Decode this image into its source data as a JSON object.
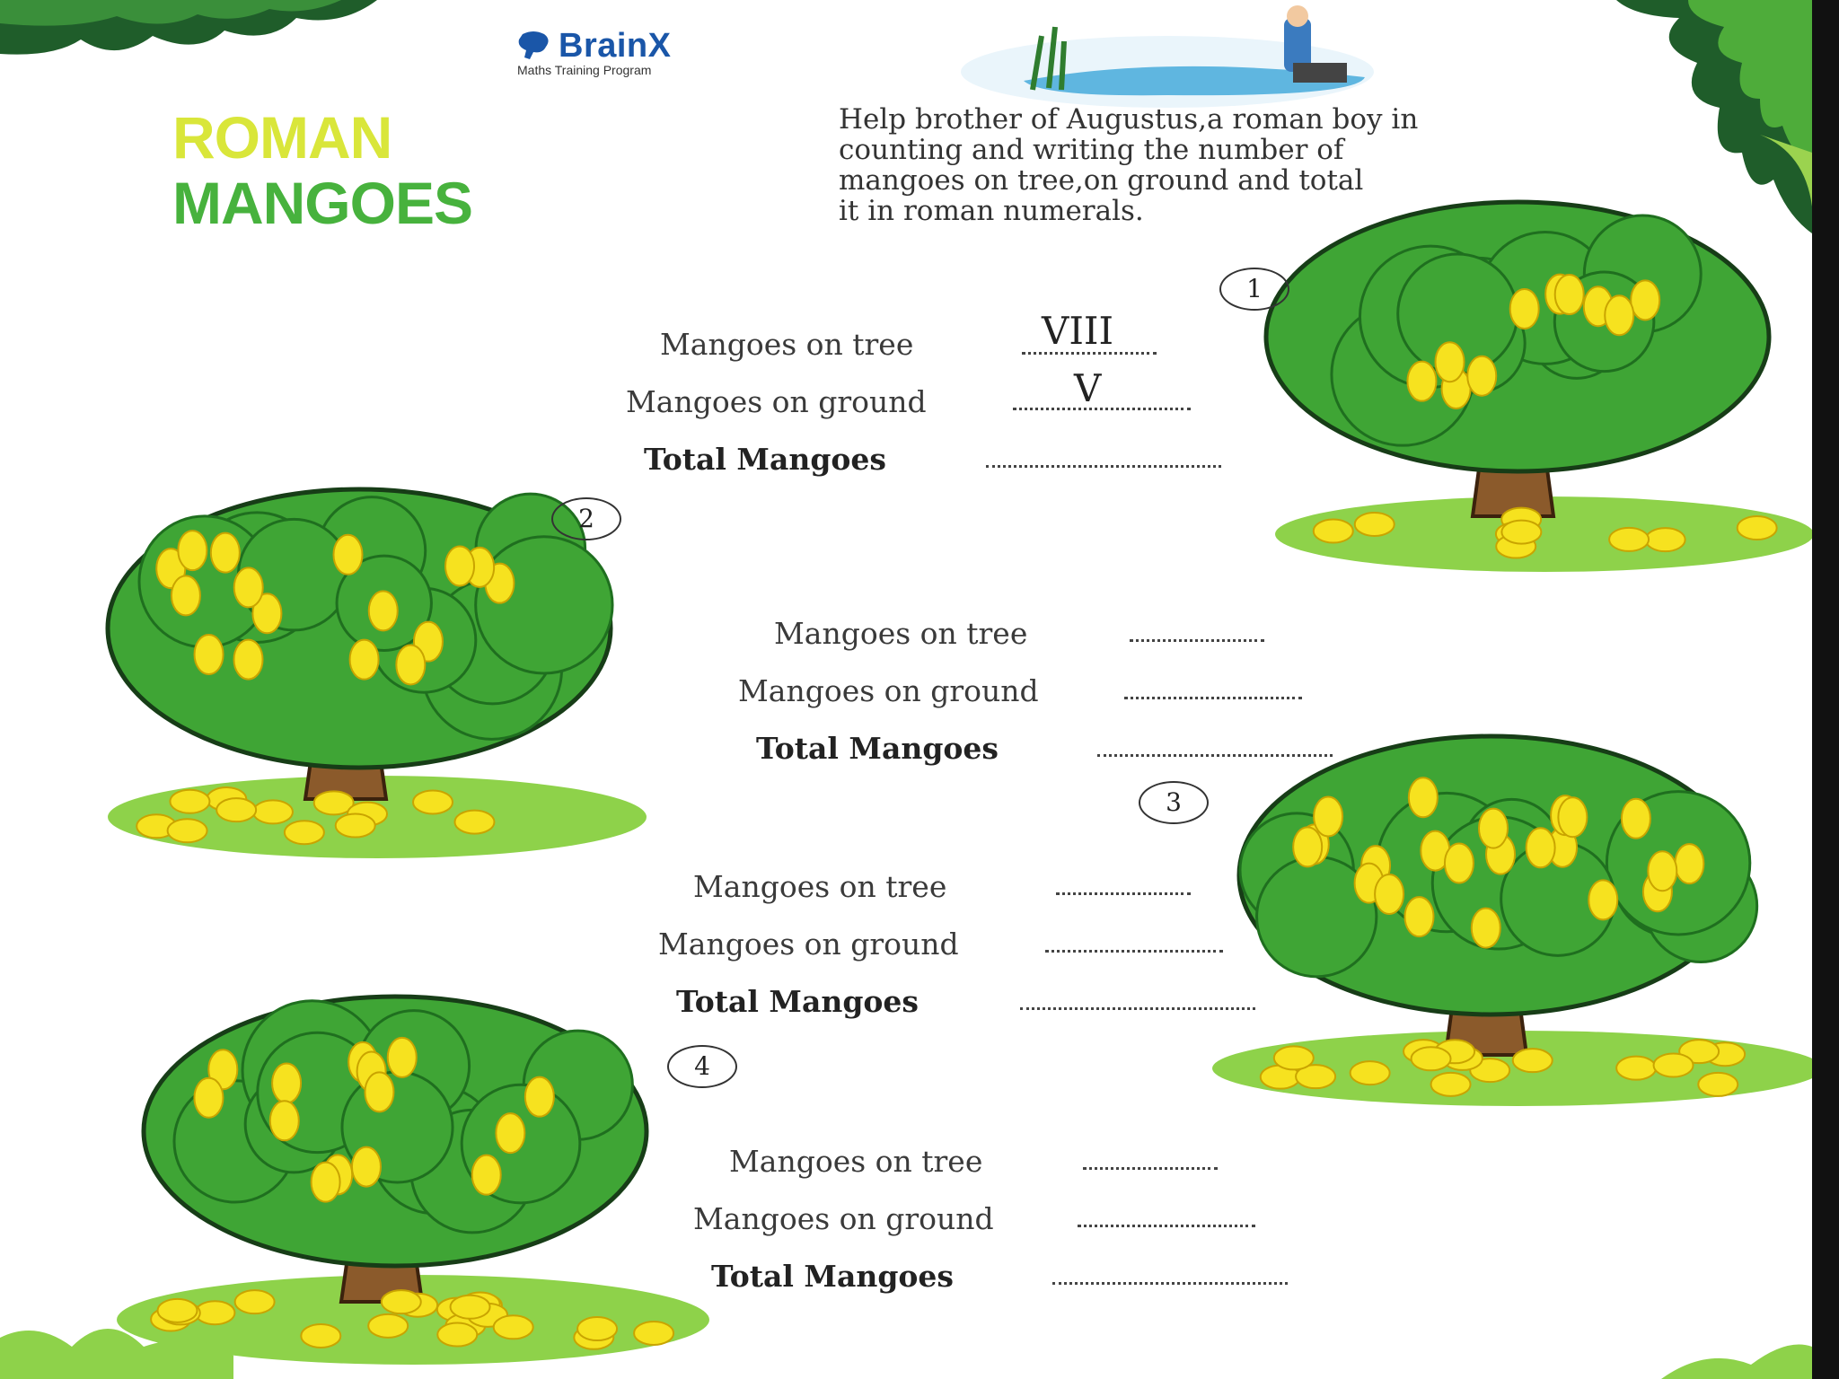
{
  "logo": {
    "brand": "BrainX",
    "tagline": "Maths Training Program"
  },
  "title": {
    "line1": "ROMAN",
    "line2": "MANGOES"
  },
  "instructions": [
    "Help brother of Augustus,a roman boy in",
    "counting and writing the number of",
    "mangoes on tree,on ground and total",
    "it in roman numerals."
  ],
  "questions": [
    {
      "number": "1",
      "tree_label": "Mangoes on tree",
      "ground_label": "Mangoes on ground",
      "total_label": "Total Mangoes",
      "tree_answer": "VIII",
      "ground_answer": "V",
      "total_answer": ""
    },
    {
      "number": "2",
      "tree_label": "Mangoes on tree",
      "ground_label": "Mangoes on ground",
      "total_label": "Total Mangoes",
      "tree_answer": "",
      "ground_answer": "",
      "total_answer": ""
    },
    {
      "number": "3",
      "tree_label": "Mangoes on tree",
      "ground_label": "Mangoes on ground",
      "total_label": "Total Mangoes",
      "tree_answer": "",
      "ground_answer": "",
      "total_answer": ""
    },
    {
      "number": "4",
      "tree_label": "Mangoes on tree",
      "ground_label": "Mangoes on ground",
      "total_label": "Total Mangoes",
      "tree_answer": "",
      "ground_answer": "",
      "total_answer": ""
    }
  ],
  "colors": {
    "leaf": "#3fa535",
    "leaf_dark": "#1f6f1f",
    "trunk": "#8b5a2b",
    "mango": "#f6e21f",
    "ground": "#8ed24a",
    "title_yellow": "#d9e63a",
    "title_green": "#47b23d",
    "logo_blue": "#1a56a8"
  }
}
